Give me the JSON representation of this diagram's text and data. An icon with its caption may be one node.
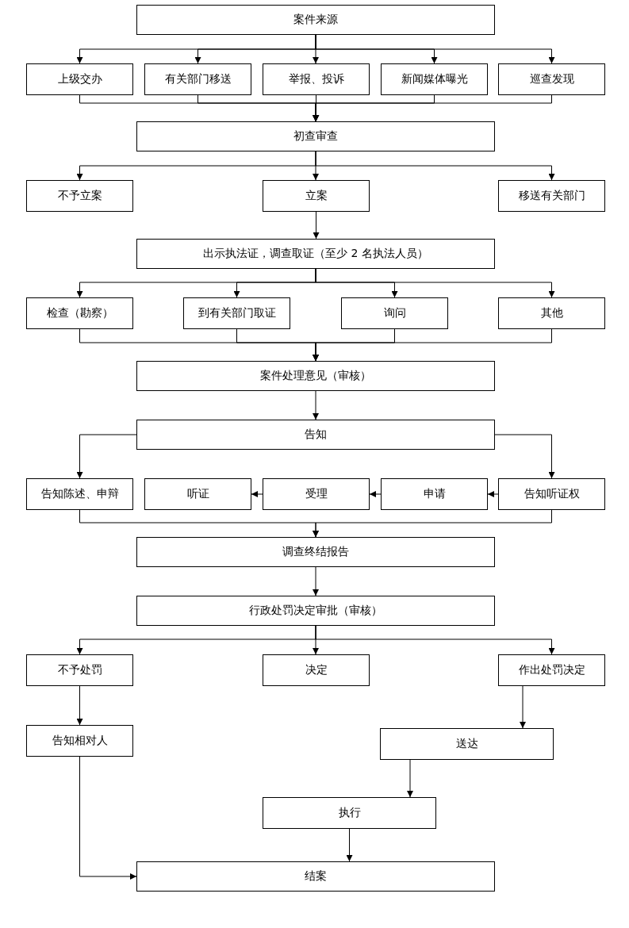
{
  "diagram": {
    "nodes": [
      {
        "text": [
          "案件来源"
        ]
      },
      {
        "text": [
          "上级交办"
        ]
      },
      {
        "text": [
          "有关部门移送"
        ]
      },
      {
        "text": [
          "举报、投诉"
        ]
      },
      {
        "text": [
          "新闻媒体曝光"
        ]
      },
      {
        "text": [
          "巡查发现"
        ]
      },
      {
        "text": [
          "初查审查"
        ]
      },
      {
        "text": [
          "不予立案"
        ]
      },
      {
        "text": [
          "立案"
        ]
      },
      {
        "text": [
          "移送有关部门"
        ]
      },
      {
        "text": [
          "出示执法证，调查取证（至少 2 名执法人员）"
        ]
      },
      {
        "text": [
          "检查（勘察）"
        ]
      },
      {
        "text": [
          "到有关部门取证"
        ]
      },
      {
        "text": [
          "询问"
        ]
      },
      {
        "text": [
          "其他"
        ]
      },
      {
        "text": [
          "案件处理意见（审核）"
        ]
      },
      {
        "text": [
          "告知"
        ]
      },
      {
        "text": [
          "告知陈述、申辩"
        ]
      },
      {
        "text": [
          "听证"
        ]
      },
      {
        "text": [
          "受理"
        ]
      },
      {
        "text": [
          "申请"
        ]
      },
      {
        "text": [
          "告知听证权"
        ]
      },
      {
        "text": [
          "调查终结报告"
        ]
      },
      {
        "text": [
          "行政处罚决定审批（审核）"
        ]
      },
      {
        "text": [
          "不予处罚"
        ]
      },
      {
        "text": [
          "决定"
        ]
      },
      {
        "text": [
          "作出处罚决定"
        ]
      },
      {
        "text": [
          "告知相对人"
        ]
      },
      {
        "text": [
          "送达"
        ]
      },
      {
        "text": [
          "执行"
        ]
      },
      {
        "text": [
          "结案"
        ]
      }
    ],
    "edges": [
      {
        "from": 0,
        "to": 1,
        "arrow": "to"
      },
      {
        "from": 0,
        "to": 2,
        "arrow": "to"
      },
      {
        "from": 0,
        "to": 3,
        "arrow": "to"
      },
      {
        "from": 0,
        "to": 4,
        "arrow": "to"
      },
      {
        "from": 0,
        "to": 5,
        "arrow": "to"
      },
      {
        "from": 1,
        "to": 6,
        "arrow": "to"
      },
      {
        "from": 2,
        "to": 6,
        "arrow": "to"
      },
      {
        "from": 3,
        "to": 6,
        "arrow": "to"
      },
      {
        "from": 4,
        "to": 6,
        "arrow": "to"
      },
      {
        "from": 5,
        "to": 6,
        "arrow": "to"
      },
      {
        "from": 6,
        "to": 7,
        "arrow": "to"
      },
      {
        "from": 6,
        "to": 8,
        "arrow": "to"
      },
      {
        "from": 6,
        "to": 9,
        "arrow": "to"
      },
      {
        "from": 8,
        "to": 10,
        "arrow": "to"
      },
      {
        "from": 10,
        "to": 11,
        "arrow": "to"
      },
      {
        "from": 10,
        "to": 12,
        "arrow": "to"
      },
      {
        "from": 10,
        "to": 13,
        "arrow": "to"
      },
      {
        "from": 10,
        "to": 14,
        "arrow": "to"
      },
      {
        "from": 11,
        "to": 15,
        "arrow": "to"
      },
      {
        "from": 12,
        "to": 15,
        "arrow": "to"
      },
      {
        "from": 13,
        "to": 15,
        "arrow": "to"
      },
      {
        "from": 14,
        "to": 15,
        "arrow": "to"
      },
      {
        "from": 15,
        "to": 16,
        "arrow": "to"
      },
      {
        "from": 16,
        "to": 17,
        "arrow": "to"
      },
      {
        "from": 16,
        "to": 21,
        "arrow": "to"
      },
      {
        "from": 21,
        "to": 20,
        "arrow": "to"
      },
      {
        "from": 20,
        "to": 19,
        "arrow": "to"
      },
      {
        "from": 19,
        "to": 18,
        "arrow": "to"
      },
      {
        "from": 17,
        "to": 22,
        "arrow": "to"
      },
      {
        "from": 21,
        "to": 22,
        "arrow": "to"
      },
      {
        "from": 22,
        "to": 23,
        "arrow": "to"
      },
      {
        "from": 23,
        "to": 24,
        "arrow": "to"
      },
      {
        "from": 23,
        "to": 25,
        "arrow": "to"
      },
      {
        "from": 23,
        "to": 26,
        "arrow": "to"
      },
      {
        "from": 24,
        "to": 27,
        "arrow": "to"
      },
      {
        "from": 26,
        "to": 28,
        "arrow": "to"
      },
      {
        "from": 28,
        "to": 29,
        "arrow": "to"
      },
      {
        "from": 29,
        "to": 30,
        "arrow": "to"
      },
      {
        "from": 27,
        "to": 30,
        "arrow": "to"
      }
    ]
  }
}
